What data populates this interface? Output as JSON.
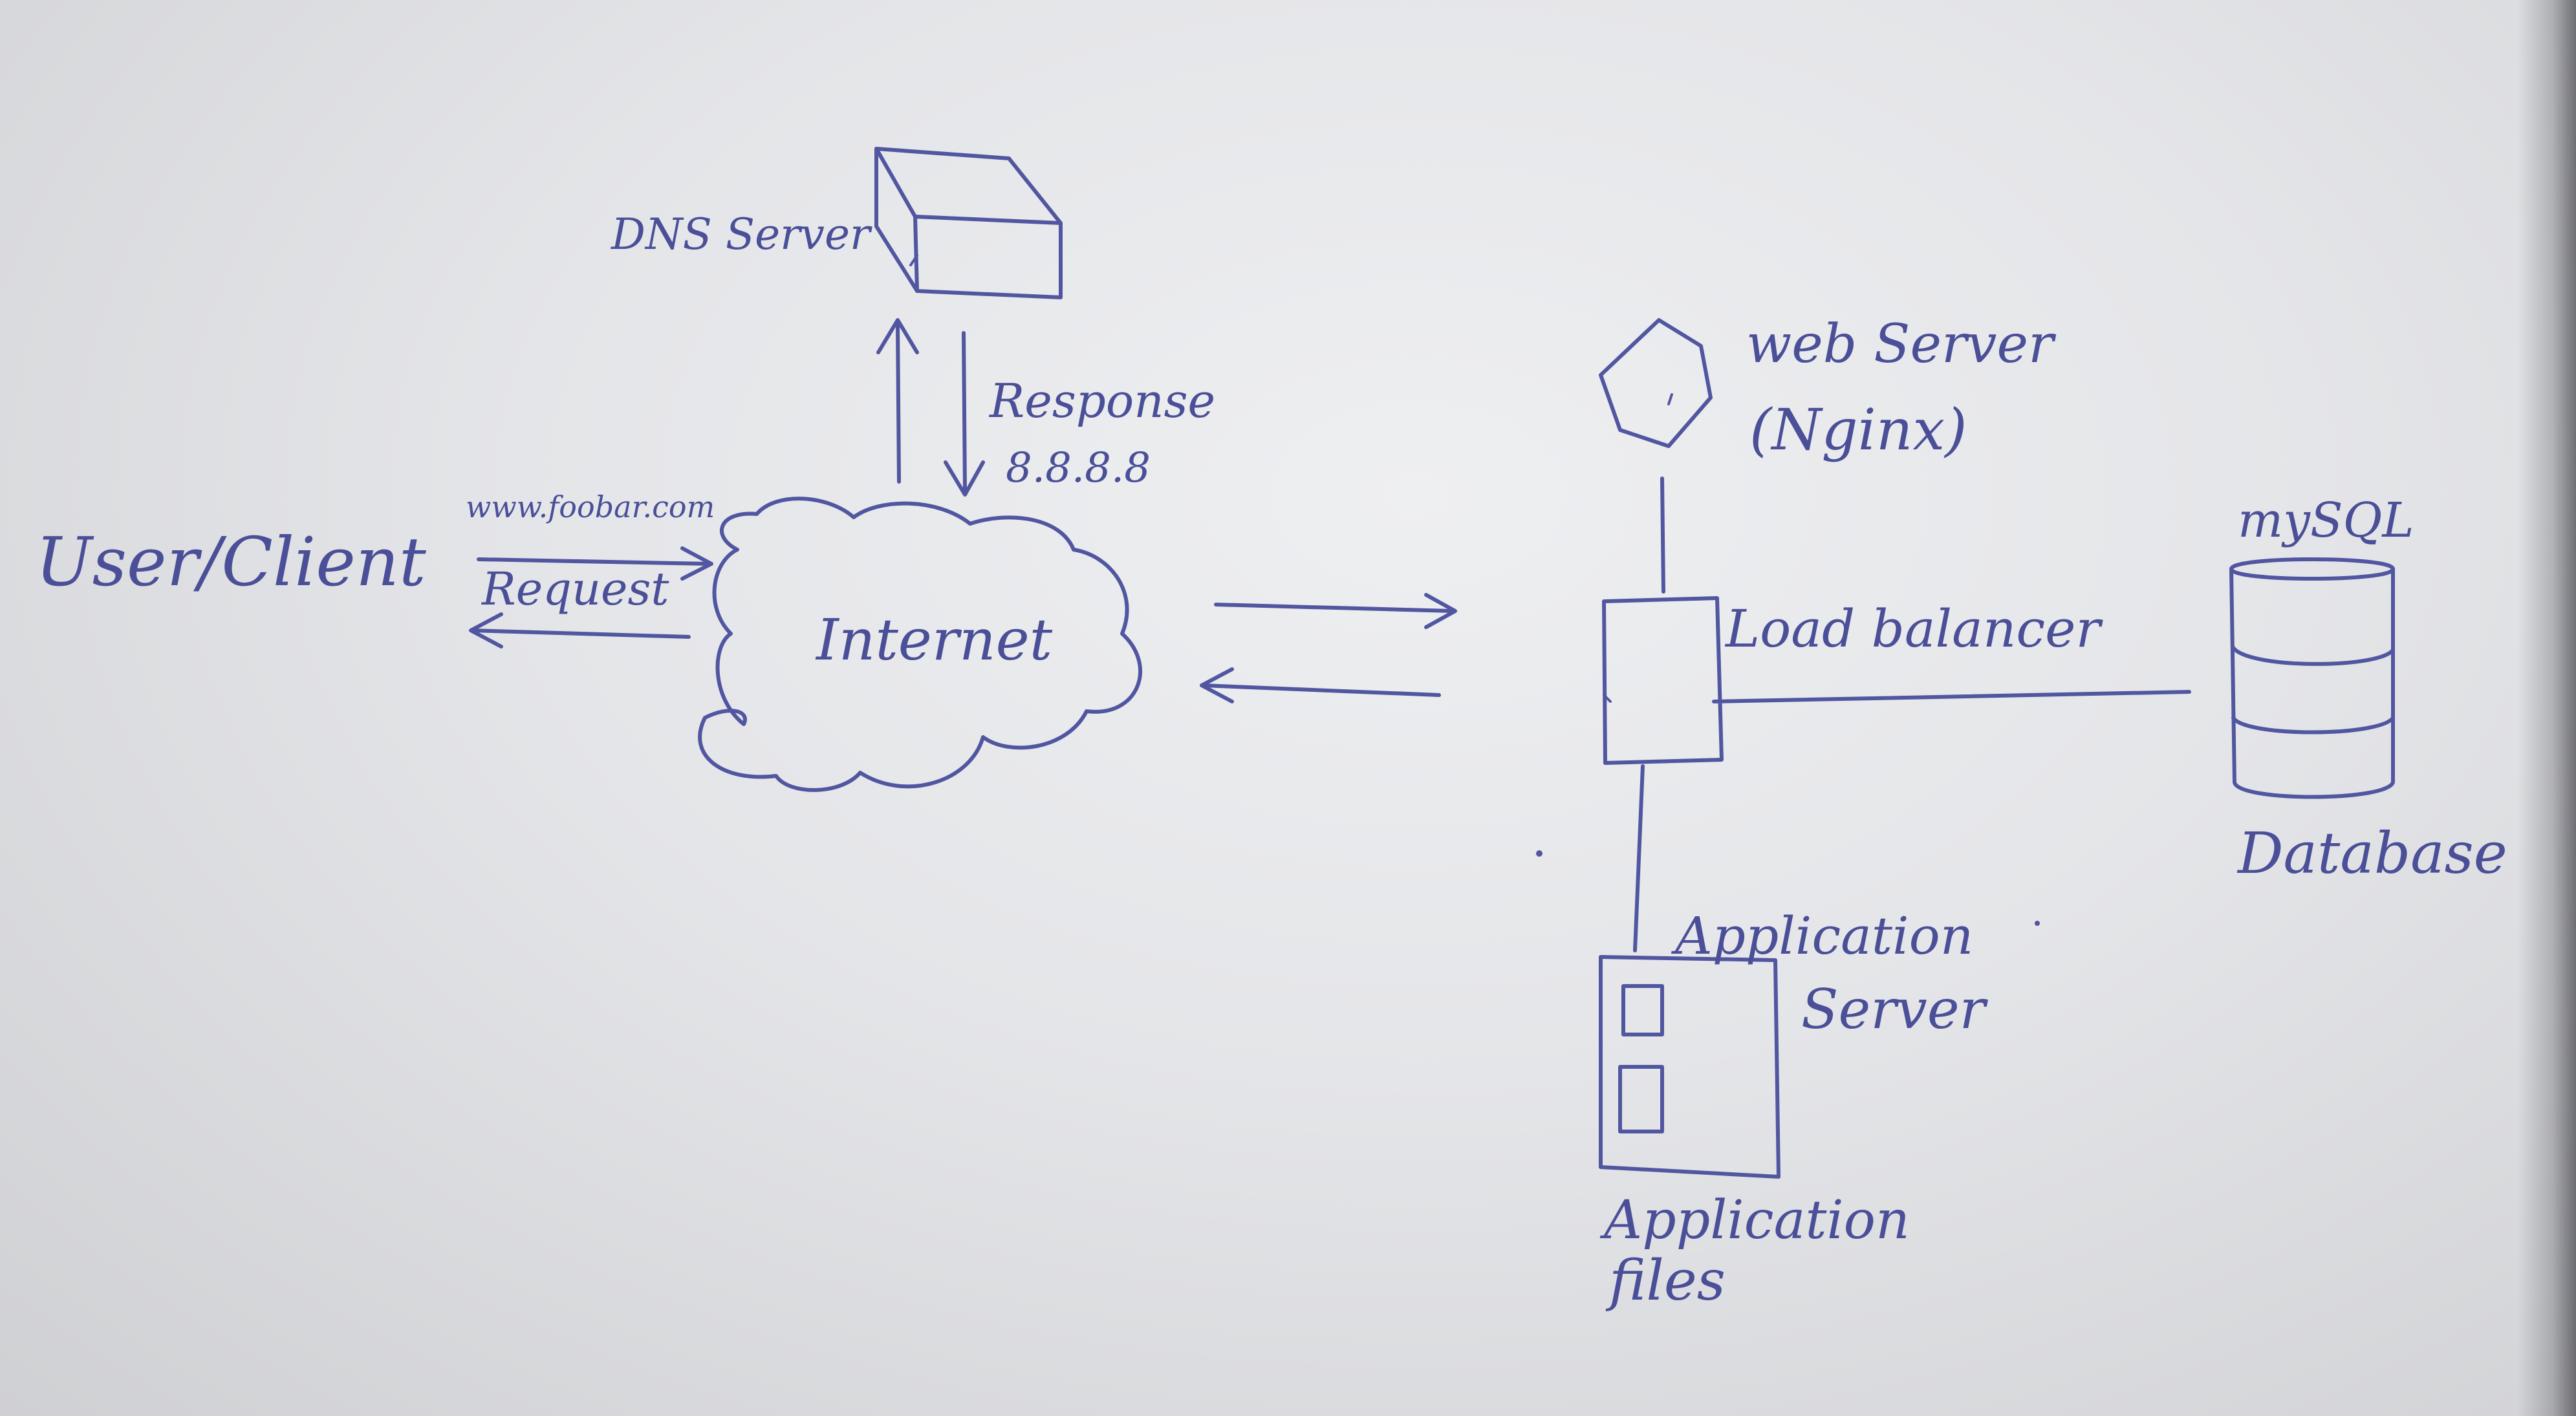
{
  "nodes": {
    "dns_server": "DNS Server",
    "response": "Response",
    "ip_address": "8.8.8.8",
    "user_client": "User/Client",
    "url": "www.foobar.com",
    "request": "Request",
    "internet": "Internet",
    "web_server_line1": "web Server",
    "web_server_line2": "(Nginx)",
    "load_balancer": "Load balancer",
    "mysql": "mySQL",
    "database": "Database",
    "app_server_line1": "Application",
    "app_server_line2": "Server",
    "app_files_line1": "Application",
    "app_files_line2": "files"
  },
  "colors": {
    "ink": "#5156a0",
    "paper": "#e6e7ea"
  }
}
